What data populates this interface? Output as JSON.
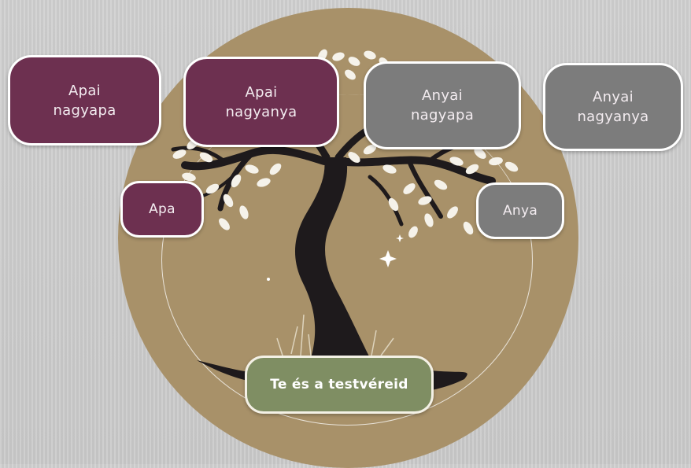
{
  "nodes": {
    "paternal_grandfather": {
      "line1": "Apai",
      "line2": "nagyapa"
    },
    "paternal_grandmother": {
      "line1": "Apai",
      "line2": "nagyanya"
    },
    "maternal_grandfather": {
      "line1": "Anyai",
      "line2": "nagyapa"
    },
    "maternal_grandmother": {
      "line1": "Anyai",
      "line2": "nagyanya"
    },
    "father": {
      "label": "Apa"
    },
    "mother": {
      "label": "Anya"
    },
    "you_and_siblings": {
      "label": "Te és a testvéreid"
    }
  },
  "colors": {
    "paternal": "#6d3050",
    "maternal": "#7c7c7c",
    "self": "#7f8e63",
    "circle": "#a89169",
    "tree": "#1e1a1c",
    "leaves": "#f5f2ea"
  },
  "icons": [
    "tree-illustration",
    "sparkle-icon"
  ]
}
